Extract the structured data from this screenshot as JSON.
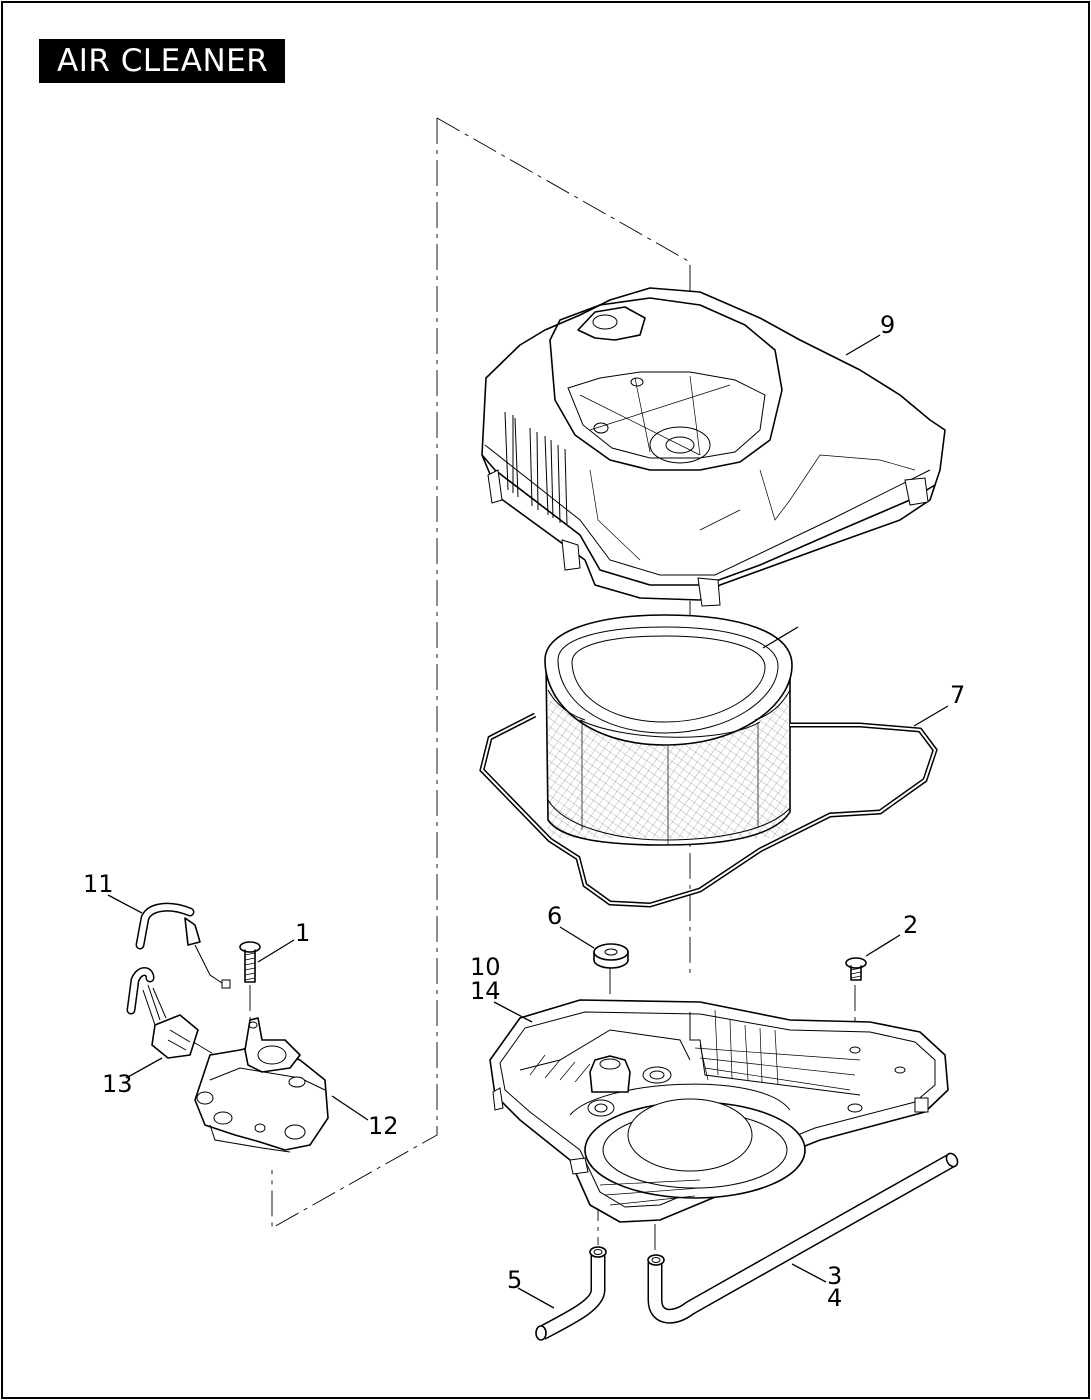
{
  "title": "AIR CLEANER",
  "callouts": {
    "c1": "1",
    "c2": "2",
    "c3": "3",
    "c4": "4",
    "c5": "5",
    "c6": "6",
    "c7": "7",
    "c9": "9",
    "c10": "10",
    "c11": "11",
    "c12": "12",
    "c13": "13",
    "c14": "14"
  }
}
